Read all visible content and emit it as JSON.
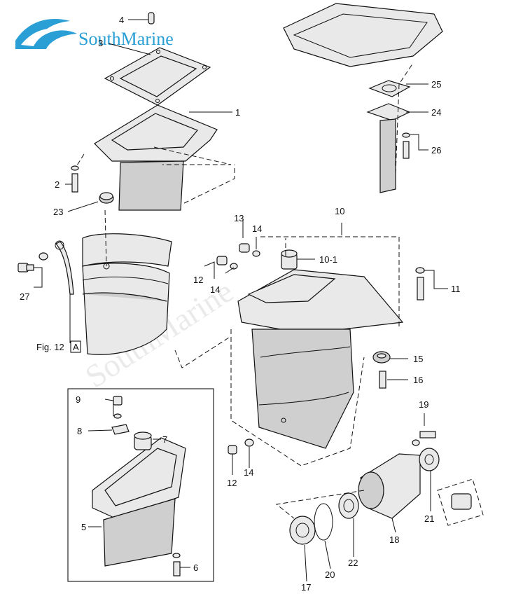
{
  "brand": {
    "name": "SouthMarine",
    "color": "#2a9fd6",
    "watermark": "SouthMarine"
  },
  "figure_ref": {
    "label": "Fig. 12",
    "box_letter": "A"
  },
  "callouts": [
    {
      "id": "c4",
      "text": "4"
    },
    {
      "id": "c3",
      "text": "3"
    },
    {
      "id": "c1",
      "text": "1"
    },
    {
      "id": "c2",
      "text": "2"
    },
    {
      "id": "c23",
      "text": "23"
    },
    {
      "id": "c27",
      "text": "27"
    },
    {
      "id": "c25",
      "text": "25"
    },
    {
      "id": "c24",
      "text": "24"
    },
    {
      "id": "c26",
      "text": "26"
    },
    {
      "id": "c10",
      "text": "10"
    },
    {
      "id": "c13",
      "text": "13"
    },
    {
      "id": "c14a",
      "text": "14"
    },
    {
      "id": "c10-1",
      "text": "10-1"
    },
    {
      "id": "c12a",
      "text": "12"
    },
    {
      "id": "c14b",
      "text": "14"
    },
    {
      "id": "c11",
      "text": "11"
    },
    {
      "id": "c15",
      "text": "15"
    },
    {
      "id": "c16",
      "text": "16"
    },
    {
      "id": "c9",
      "text": "9"
    },
    {
      "id": "c8",
      "text": "8"
    },
    {
      "id": "c7",
      "text": "7"
    },
    {
      "id": "c5",
      "text": "5"
    },
    {
      "id": "c6",
      "text": "6"
    },
    {
      "id": "c12b",
      "text": "12"
    },
    {
      "id": "c14c",
      "text": "14"
    },
    {
      "id": "c19",
      "text": "19"
    },
    {
      "id": "c21",
      "text": "21"
    },
    {
      "id": "c18",
      "text": "18"
    },
    {
      "id": "c17",
      "text": "17"
    },
    {
      "id": "c20",
      "text": "20"
    },
    {
      "id": "c22",
      "text": "22"
    }
  ]
}
